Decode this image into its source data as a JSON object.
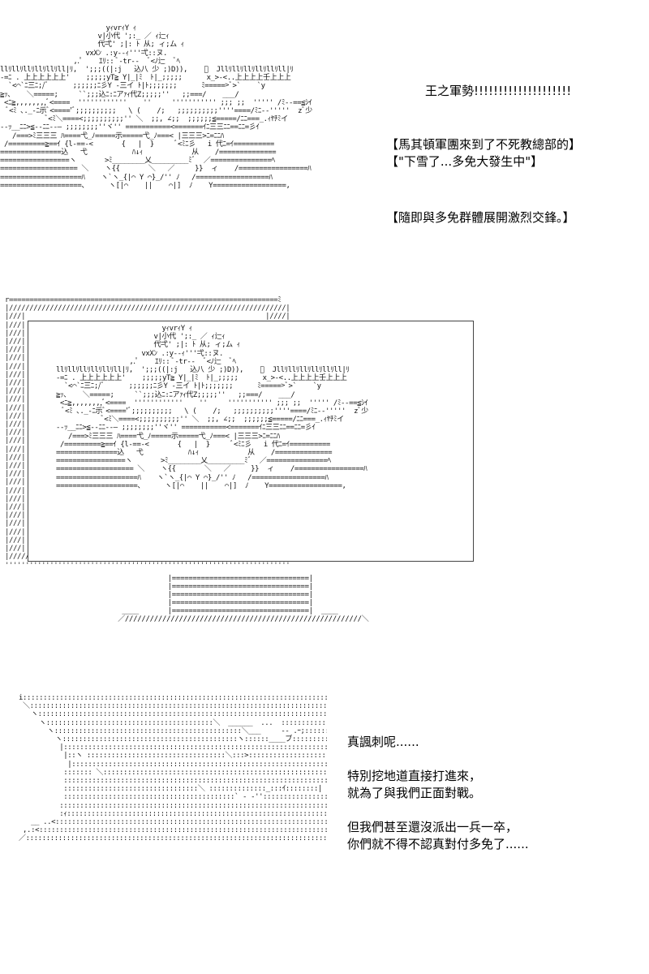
{
  "captions": {
    "top_title": "王之軍勢!!!!!!!!!!!!!!!!!!!!",
    "top_lines": "【馬其頓軍團來到了不死教總部的】\n【\"下雪了...多免大發生中\"】",
    "top_clash": "【隨即與多免群體展開激烈交鋒。】",
    "bottom_block": "真諷刺呢......\n\n特別挖地道直接打進來，\n就為了與我們正面對戰。\n\n但我們甚至還沒派出一兵一卒，\n你們就不得不認真對付多免了......"
  },
  "art": {
    "army": "                          yｨvrｨY ｨ\n                        v|小代 ';:_ ／ ｨ辷ｨ\n                        代弌' ;|: ﾄ 从; ィ;ム ｨ\n                     vxXﾝ .:y‐‐ｨ'''弌::ヌ.\n                  ,.ﾟ    ｴﾘ:: ﾞ‐tr‐‐  ﾞ<ﾉ辷  ﾞﾍ\nllﾘllﾘllﾘllﾘllﾘll|ﾘ,  ';;;((|:j   込八 少 ;)D)),    ﾞ  Jllﾘllﾘllﾘllﾘllﾘll|ﾘ\n-=ﾆ . 上上上上上上'    ;;;;;yT≧ Y|_|ﾐ  ﾄ|_;;;;;      x_>‐<..上上上上壬上上上\n  `<⌒`ﾆ三ﾆ;/ﾞ      ;;;;;;ﾆ彡Y -三イ ﾄ|ﾄ;;;;;;;      ﾐ=====>ﾞ>`    `y\n≧ｯ、   ＼=====;     ``;;;込ﾆ:ﾆアｧｨ代Z;;;;;''   ;;===/    ___/\n <ﾆ≧,,,,,,,,ﾞ<====  ''''''''''''    ''     ''''''''''' ;;; ;;  ''''' /ﾐ‐‐==≦ｼｲ\n  ﾞ<ﾐ ､._-ﾆ示ﾞ<===='ﾞ;;;;;;;;;;   \\ (    /;   ;;;;;;;;;;''''====/ﾐﾆ‐‐'''''  zﾞ少\n           ﾞ<ﾐ＼====<;;;;;;;;;;'' ＼  ;;, ∠;;  ;;;;;;≦=====/ﾆﾆ===_.ｨﾔﾁﾐイ\n‐‐ｯ__ﾆﾆ>≦‐‐ﾆﾆ‐‐― ;;;;;;;;''ヾ'' ===========<=======ｲﾆ三三ﾆﾆ==ﾆﾆ=彡ｲ\n   /===>ﾐ三三三 ﾊ====弋_ﾉ=====示=====弋_ﾉ===< |三三三>ﾆ=ﾆﾆﾊ\n /=========≧==ｲ {l‐==‐<       {   |  }     ﾞ<ﾐﾆ彡   i 代ﾆ=ｲ==========\n===============込   弋           ﾊ↓ｨ            从    /==============\n=================ヽ       >ﾐ________乂_________ﾐﾞ  ／===============ﾍ\n=================== ＼    ヽ{{       ＼   ／     }}  ィ    /=================ﾊ\n====================ﾊ    ヽ`ヽ_{|⌒ Y ⌒}_/'' ﾉ   /==================ﾊ\n====================、     ヽ[|⌒    ||    ⌒|]  ﾉ    Y==================,",
    "frame": "r==================================================================ﾐ\n|////////////////////////////////////////////////////////////////////|\n|///|                                                           |////|\n|///|                                                           |////|\n|///|                                                           |////|\n|///|                                                           |////|\n|///|                                                           |////|\n|///|                                                           |////|\n|///|                                                           |////|\n|///|                                                           |////|\n|///|                                                           |////|\n|///|                                                           |////|\n|///|                                                           |////|\n|///|                                                           |////|\n|///|                                                           |////|\n|///|                                                           |////|\n|///|                                                           |////|\n|///|                                                           |////|\n|///|                                                           |////|\n|///|                                                           |////|\n|///|                                                           |////|\n|///|                                                           |////|\n|///|                                                           |////|\n|///|                                                           |////|\n|///|                                                           |////|\n|///|                                                           |////|\n|///|                                                           |////|\n|///|                                                           |////|\n|///|                                                           |////|\n|///|                                                           |////|\n|///|                                                           |////|\n|////////////////////////////////////////////////////////////////////|\n''''''''''''''''''''''''''''''''''''''''''''''''''''''''''''''''''''''",
    "stand": "              |=================================|\n              |=================================|\n              |=================================|\n              |=================================|\n   ____       |=================================|  ____\n  ／/////////////////////////////////////////////////////////＼",
    "chalice": " i:::::::::::::::::::::::::::::::::::::::::::::::::::::::::::::::::::::::::::::) :::::::::::::::::::::::::::::::::::::: ,:::l\n  ＼:::::::::::::::::::::::::::::::::::::::::::::::::::::::::::::::::::::::::::'::::::::::::::::::::::::::::::::::::::::::/ ::/\n    ヽ:::::::::::::::::::::::::::::::::::::::::::::::::::::::::::::::::::::::::::::::::::::::::::::::::::::::::::::::::/.:::/\n      ヽ:::::::::::::::::::::::::::::::::::::::::＼  ______  ...  ::::::::::::::::::::::::::::::::/:::/\n        ヽ::::::::::::::::::::::::::::::::::::::::::::::＼___     -- .ｰ;:::::::::::::::::::::::/:::/\n          ヽ:::::::::::::::::::::::::::::::::::::::::::ヽ::::::____ブ::::::::::::::::/ :::/\n           |:::::::::::::::::::::::::::::::::::::::::::::::::::::::::::::::::::::::::::::::::::::::/\n            |::ヽ ::::::::::::::::::::::::::::::::::＼:::>::::::::::::::::::::::/\n             |::::::::::::::::::::::::::::::::::::::::::::::::::::::::::::::::::::::::ｲ\n            ::::::: ＼::::::::::::::::::::::::::::::::::::::::::::::::::::::::::::|\n            ::::::::::::::::::::::::::::::::::::::::::::::::::::::::::::::::::::::::|\n            :::::::::::::::::::::::::::::::::＼ ::::::::::::::_:::ｲ::::::::|\n            ::::::::::::::::::::::::::::::::::::::::::` ‐ ‐'':::::::::::::::::|\n           ::::::::::::::::::::::::::::::::::::::::::::::::::::::::::::::::::::::::|\n           :ｨ::::::::::::::::::::::::::::::::::::::::::::::::::::::::::::::::::::::|\n    __ ..<:::::::::::::::::::::::::::::::::::::::::::::::::::::::::::::::::::::::|\n  ,.:<:::::::::::::::::::::::::::::::::::::::::::::::::::::::::::::::::::::::::::::::::!  ｀  .、\n ／:::::::::::::::::::::::::::::::::::::::::::::::::::::::::::::::::::::::::::::::::::::::::::::::  ` 、"
  },
  "colors": {
    "ink": "#111111",
    "background": "#ffffff"
  }
}
